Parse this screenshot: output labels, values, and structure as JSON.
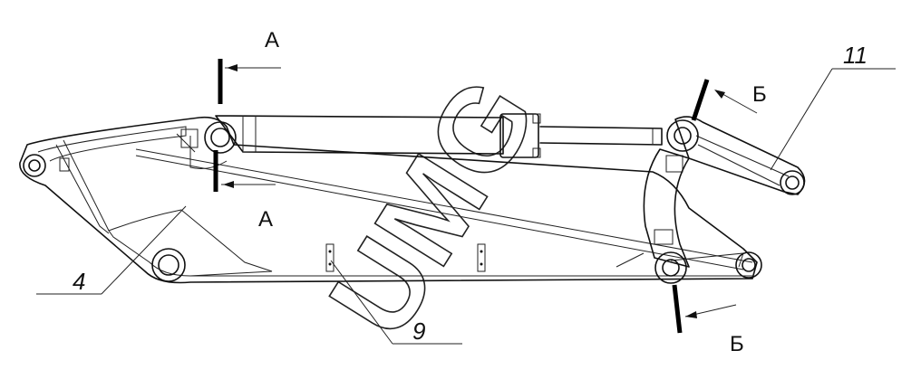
{
  "labels": {
    "part_4": "4",
    "part_9": "9",
    "part_11": "11"
  },
  "sections": {
    "a_top": "A",
    "a_bottom": "A",
    "b_top": "Б",
    "b_bottom": "Б"
  },
  "watermark": "UMG"
}
